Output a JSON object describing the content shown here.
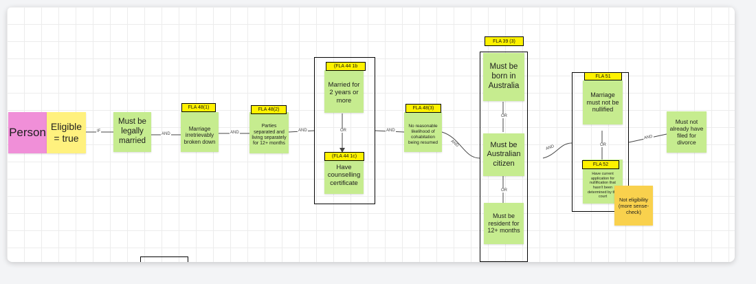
{
  "nodes": {
    "person": "Person",
    "eligible": "Eligible = true",
    "legally_married": "Must be legally married",
    "irretrievable": "Marriage irretrievably broken down",
    "separated": "Parties separated and living separately for 12+ months",
    "married_2_years": "Married for 2 years or more",
    "counselling": "Have counselling certificate",
    "cohabitation": "No reasonable likelihood of cohabitation being resumed",
    "born_australia": "Must be born in Australia",
    "australian_citizen": "Must be Australian citizen",
    "resident": "Must be resident for 12+ months",
    "not_nullified": "Marriage must not be nullified",
    "nullification_app": "Have current application for nullification that hasn't been determined by the court",
    "not_filed_divorce": "Must not already have filed for divorce",
    "not_eligibility": "Not eligibility (more sense-check)"
  },
  "tags": {
    "fla_48_1": "FLA 48(1)",
    "fla_48_2": "FLA 48(2)",
    "fla_44_1b": "(FLA 44 1b",
    "fla_44_1c": "(FLA 44 1c)",
    "fla_48_3": "FLA 48(3)",
    "fla_39_3": "FLA 39 (3)",
    "fla_51": "FLA 51",
    "fla_52": "FLA 52"
  },
  "connectors": {
    "if": "IF",
    "and": "AND",
    "or": "OR"
  }
}
